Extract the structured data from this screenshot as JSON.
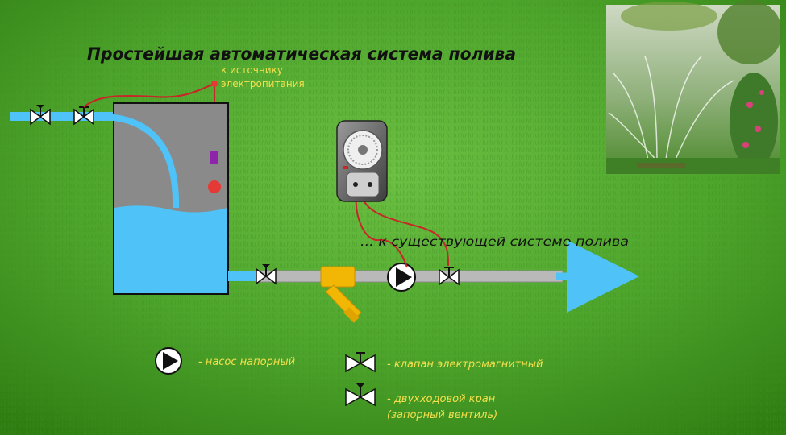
{
  "title": "Простейшая автоматическая система полива",
  "power_label": {
    "line1": "к источнику",
    "line2": "электропитания"
  },
  "system_label": "... к существующей системе полива",
  "legend": {
    "pump": "- насос напорный",
    "solenoid_valve": "- клапан электромагнитный",
    "two_way_valve_line1": "- двухходовой кран",
    "two_way_valve_line2": "(запорный вентиль)"
  },
  "colors": {
    "grass_dark": "#2f7d12",
    "grass_light": "#5fb53a",
    "tank": "#8a8a8a",
    "water": "#4fc3f7",
    "pipe": "#b9b9b9",
    "wire": "#c62828",
    "filter": "#f2b705",
    "title_ink": "#111111",
    "label_yellow": "#f4e04d"
  },
  "icons": [
    "pump-icon",
    "solenoid-valve-icon",
    "two-way-valve-icon",
    "mechanical-timer-socket-icon",
    "float-sensor-icon",
    "y-filter-icon",
    "sprinkler-photo"
  ]
}
